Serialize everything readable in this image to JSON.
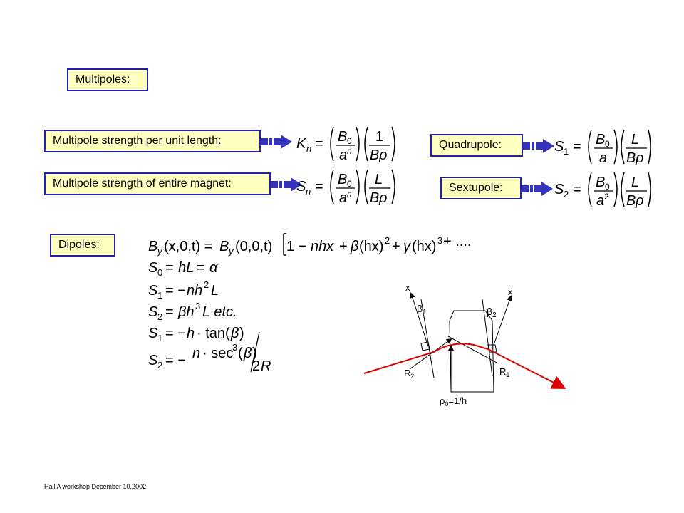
{
  "boxes": {
    "multipoles": "Multipoles:",
    "per_unit_length": "Multipole strength per unit length:",
    "entire_magnet": "Multipole strength of entire magnet:",
    "quadrupole": "Quadrupole:",
    "sextupole": "Sextupole:",
    "dipoles": "Dipoles:"
  },
  "diagram": {
    "x_left": "x",
    "x_right": "x",
    "beta1": "β",
    "beta1_sub": "1",
    "beta2": "β",
    "beta2_sub": "2",
    "r2": "R",
    "r2_sub": "2",
    "r1": "R",
    "r1_sub": "1",
    "rho0": "ρ",
    "rho0_sub": "0",
    "rho0_rest": "=1/h"
  },
  "footer": "Hall A workshop December 10,2002",
  "colors": {
    "box_fill": "#ffffc0",
    "box_border": "#2222aa",
    "trajectory": "#dd0000",
    "arrow": "#1a1aa0"
  }
}
